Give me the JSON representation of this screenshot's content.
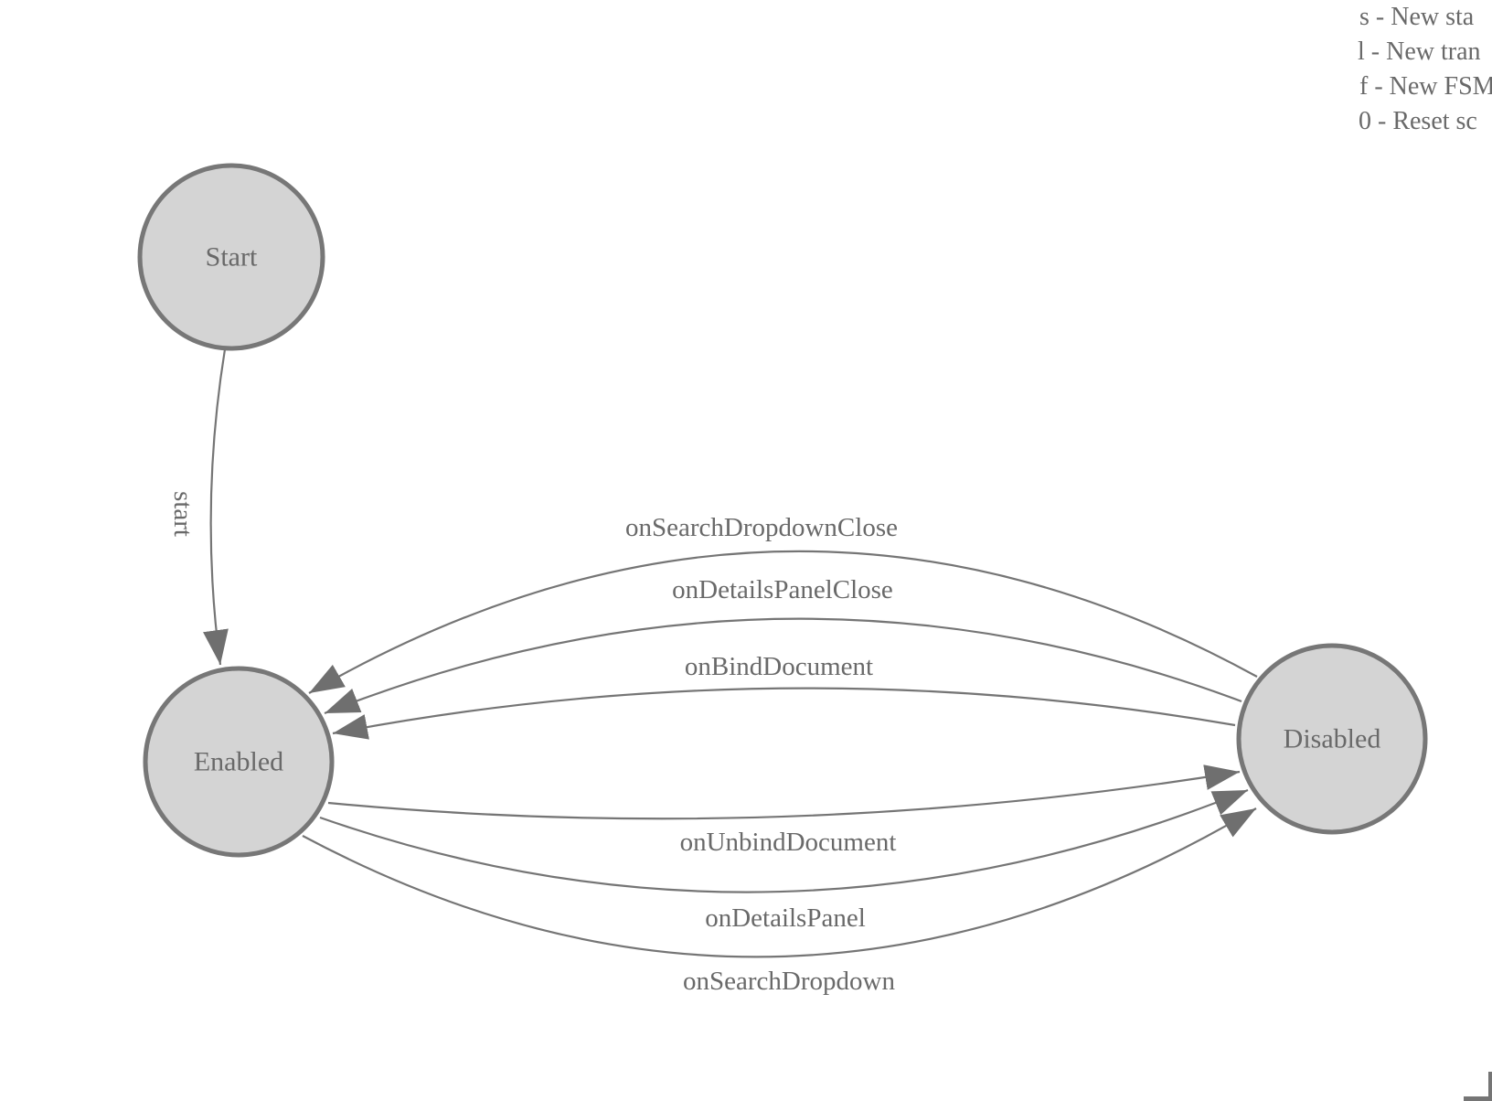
{
  "states": {
    "start": {
      "label": "Start"
    },
    "enabled": {
      "label": "Enabled"
    },
    "disabled": {
      "label": "Disabled"
    }
  },
  "transitions": {
    "start_edge": {
      "label": "start"
    },
    "on_search_dropdown_close": {
      "label": "onSearchDropdownClose"
    },
    "on_details_panel_close": {
      "label": "onDetailsPanelClose"
    },
    "on_bind_document": {
      "label": "onBindDocument"
    },
    "on_unbind_document": {
      "label": "onUnbindDocument"
    },
    "on_details_panel": {
      "label": "onDetailsPanel"
    },
    "on_search_dropdown": {
      "label": "onSearchDropdown"
    }
  },
  "shortcuts": {
    "line1": "s - New sta",
    "line2": "l - New tran",
    "line3": "f - New FSM",
    "line4": "0 - Reset sc"
  },
  "colors": {
    "state_fill": "#d4d4d4",
    "state_stroke": "#777777",
    "edge_stroke": "#757575",
    "arrow_fill": "#6f6f6f",
    "text": "#696969",
    "background": "#ffffff"
  }
}
